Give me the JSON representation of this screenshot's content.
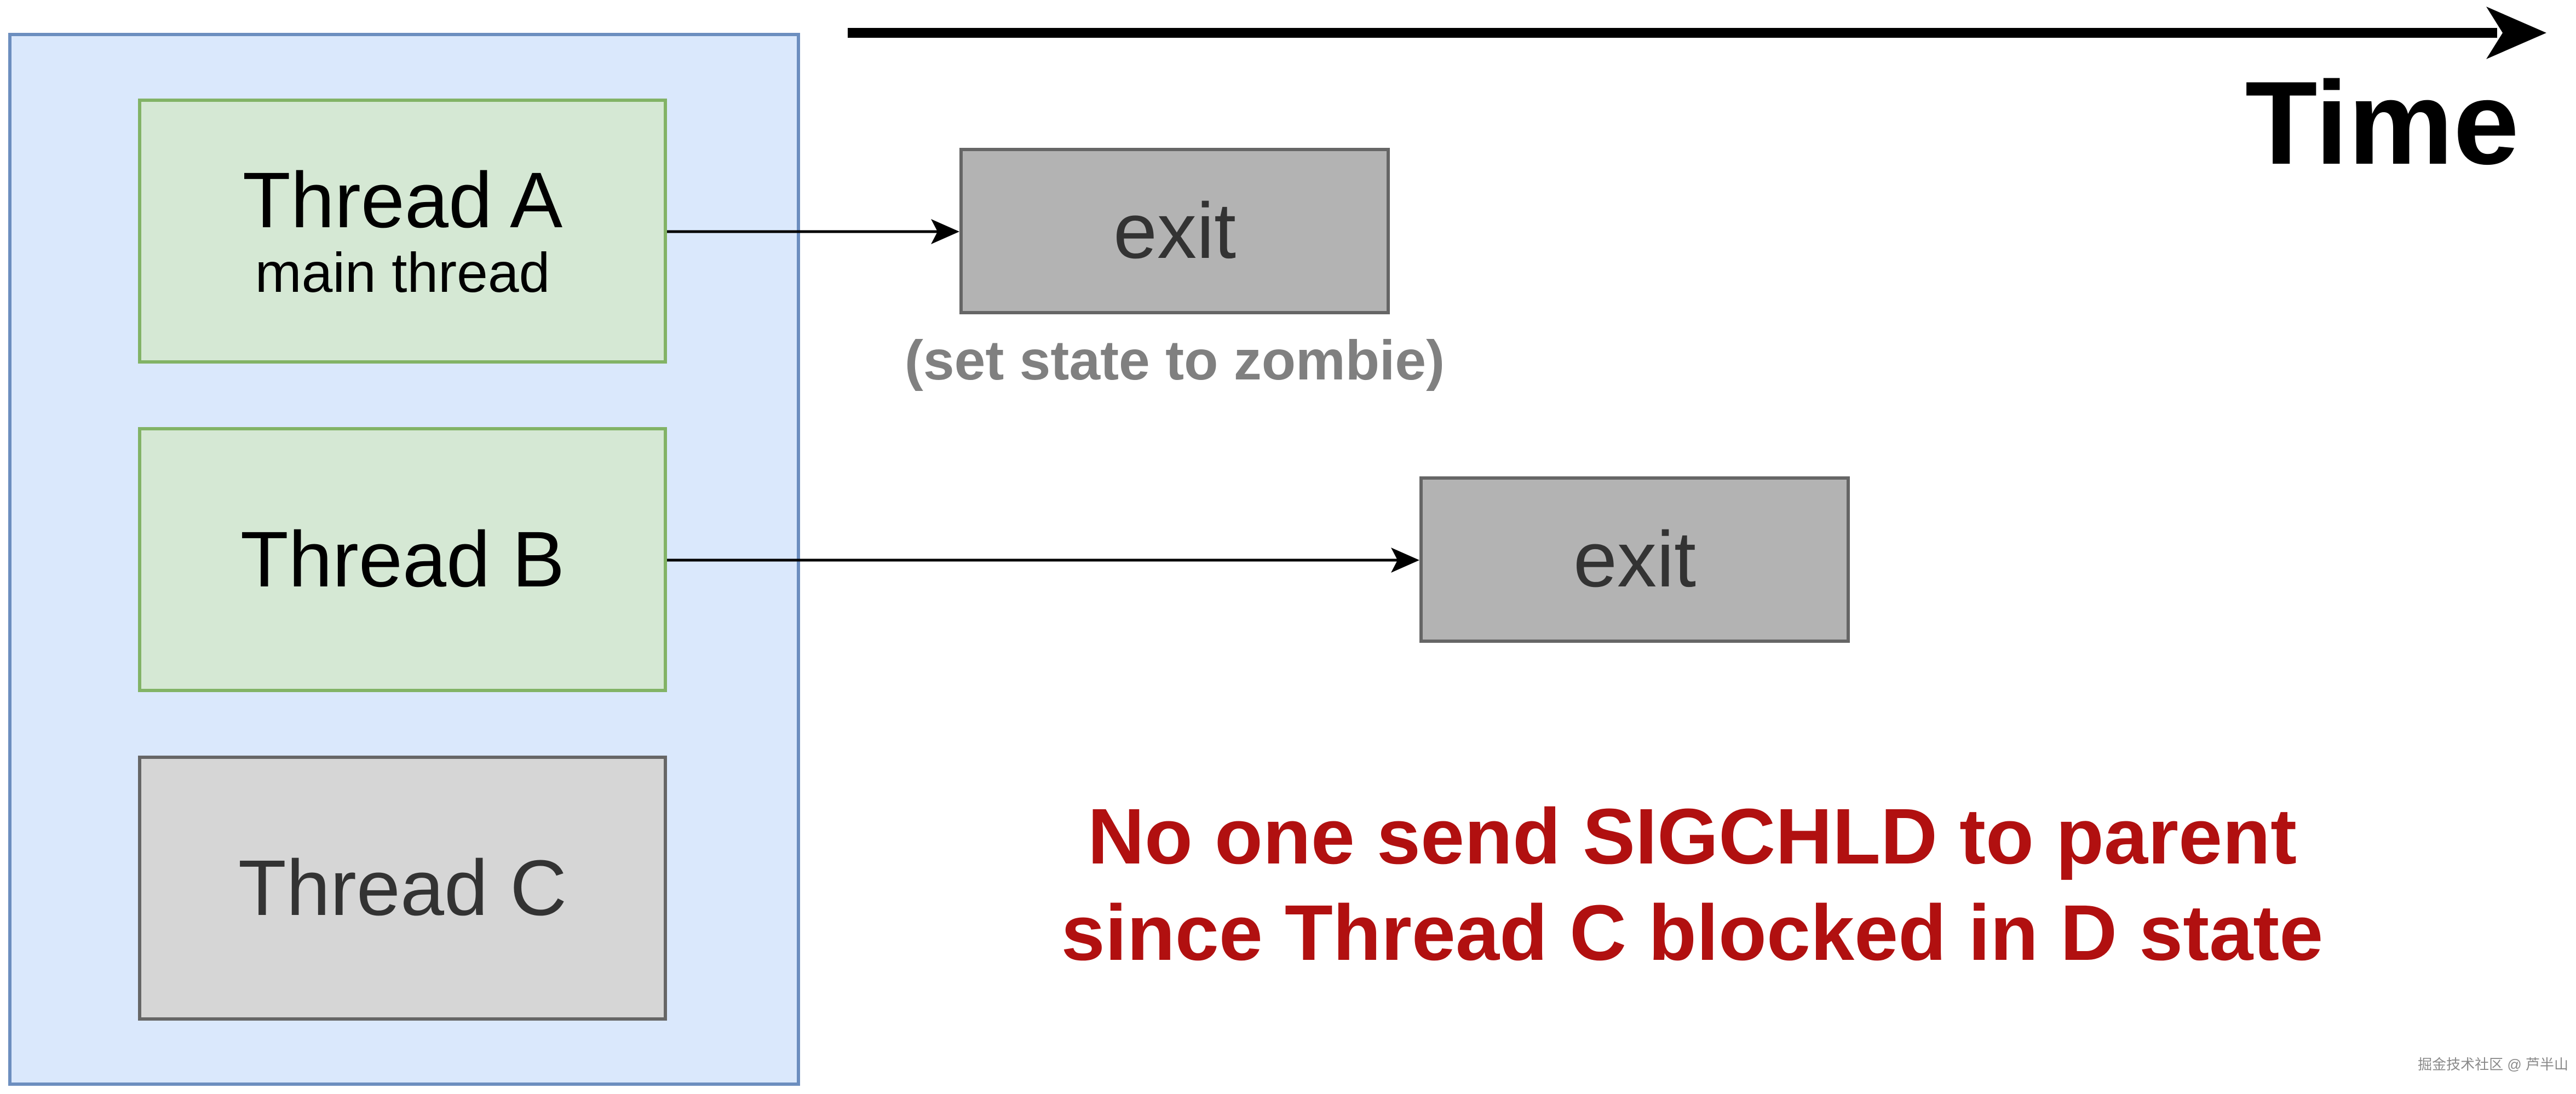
{
  "threads": [
    {
      "name": "Thread A",
      "subtitle": "main thread"
    },
    {
      "name": "Thread B"
    },
    {
      "name": "Thread C"
    }
  ],
  "exits": [
    {
      "label": "exit",
      "note": "(set state to zombie)"
    },
    {
      "label": "exit"
    }
  ],
  "time_axis": {
    "label": "Time"
  },
  "explanation": {
    "line1": "No one send SIGCHLD to parent",
    "line2": "since Thread C blocked in D state"
  },
  "watermark": "掘金技术社区 @ 芦半山",
  "colors": {
    "process_fill": "#dae8fc",
    "process_border": "#6c8ebf",
    "running_thread_fill": "#d5e8d4",
    "running_thread_border": "#82b366",
    "blocked_thread_fill": "#d6d6d6",
    "exit_fill": "#b3b3b3",
    "explanation_text": "#b11010"
  }
}
